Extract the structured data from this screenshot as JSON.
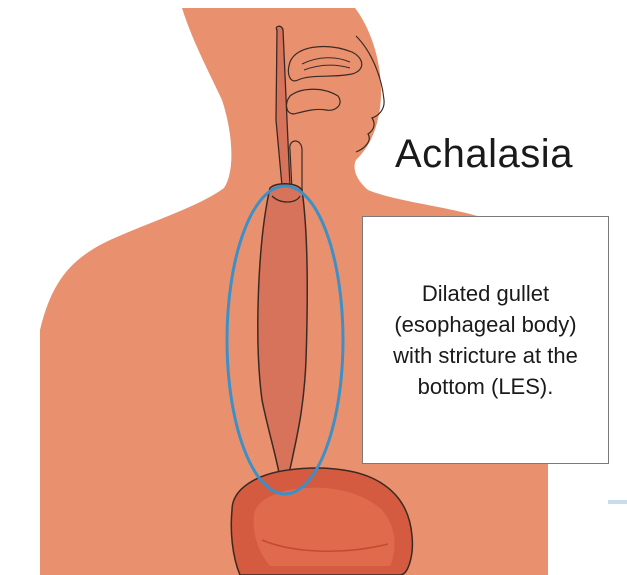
{
  "diagram": {
    "title": "Achalasia",
    "callout_lines": [
      "Dilated  gullet",
      "(esophageal body)",
      "with stricture  at  the",
      "bottom (LES)."
    ]
  },
  "colors": {
    "skin": "#E9916F",
    "skin_shadow": "#D87E5E",
    "outline": "#3A2A24",
    "esophagus": "#D8735B",
    "stomach": "#D45A40",
    "stomach_inner": "#E06A4C",
    "highlight_ellipse": "#3E8FC6",
    "rule_line": "#C9DCEC",
    "text": "#1A1A1A"
  }
}
